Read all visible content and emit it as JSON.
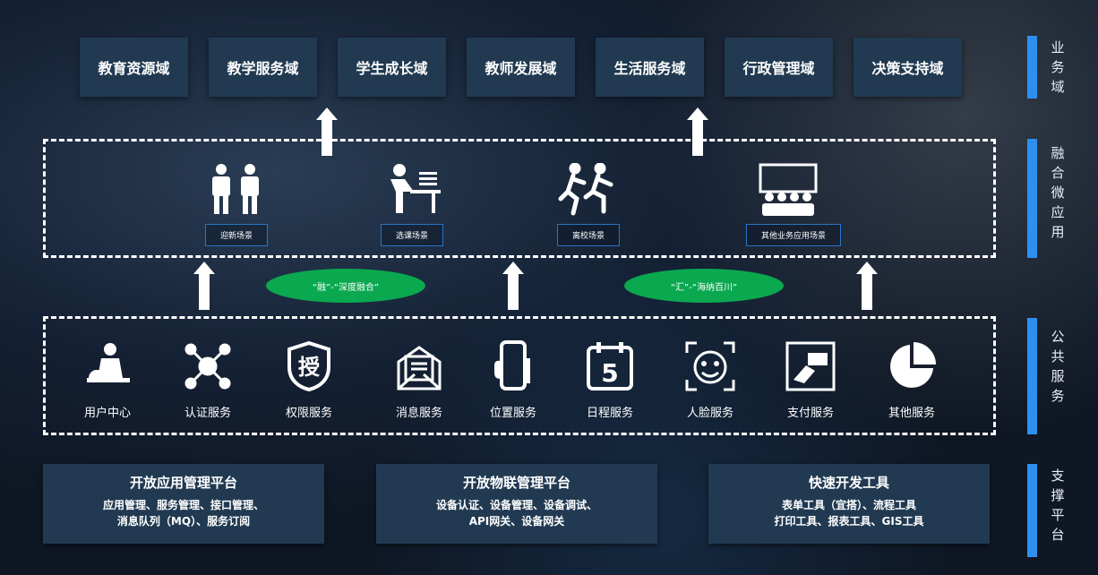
{
  "business_domains": [
    "教育资源域",
    "教学服务域",
    "学生成长域",
    "教师发展域",
    "生活服务域",
    "行政管理域",
    "决策支持域"
  ],
  "side_labels": [
    "业务域",
    "融合微应用",
    "公共服务",
    "支撑平台"
  ],
  "scenes": [
    "迎新场景",
    "选课场景",
    "离校场景",
    "其他业务应用场景"
  ],
  "ovals": [
    "“融”-“深度融合”",
    "“汇”-“海纳百川”"
  ],
  "services": [
    "用户中心",
    "认证服务",
    "权限服务",
    "消息服务",
    "位置服务",
    "日程服务",
    "人脸服务",
    "支付服务",
    "其他服务"
  ],
  "service_glyphs": {
    "permission": "授",
    "calendar": "5"
  },
  "platforms": [
    {
      "title": "开放应用管理平台",
      "lines": [
        "应用管理、服务管理、接口管理、",
        "消息队列（MQ）、服务订阅"
      ]
    },
    {
      "title": "开放物联管理平台",
      "lines": [
        "设备认证、设备管理、设备调试、",
        "API网关、设备网关"
      ]
    },
    {
      "title": "快速开发工具",
      "lines": [
        "表单工具（宜搭）、流程工具",
        "打印工具、报表工具、GIS工具"
      ]
    }
  ],
  "colors": {
    "box": "#213a52",
    "accent": "#2f8ff0",
    "oval": "#0aa84f"
  }
}
